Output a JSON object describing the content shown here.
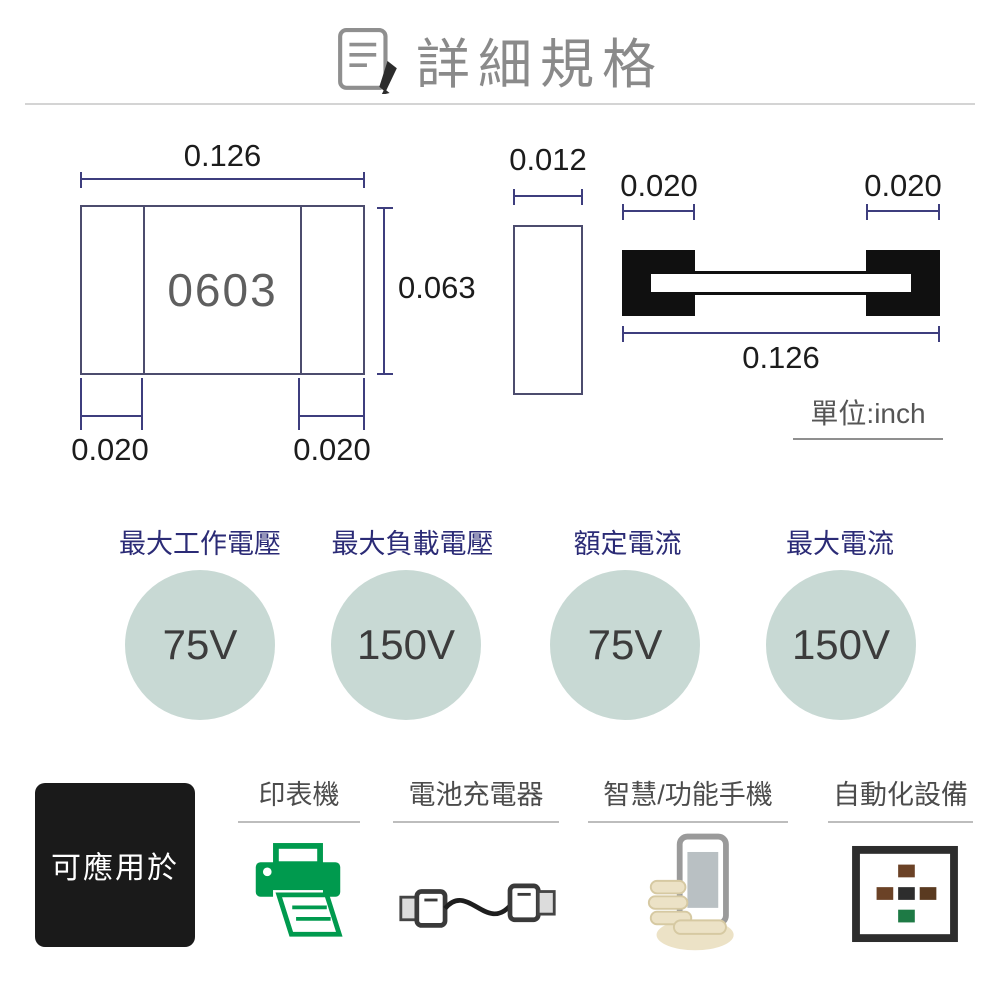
{
  "header": {
    "title": "詳細規格",
    "icon": "document-pen-icon"
  },
  "drawings": {
    "unit_label": "單位:inch",
    "front_view": {
      "body_label": "0603",
      "width": "0.126",
      "height": "0.063",
      "pad_left": "0.020",
      "pad_right": "0.020"
    },
    "side_view": {
      "thickness": "0.012"
    },
    "bottom_view": {
      "pad_left": "0.020",
      "pad_right": "0.020",
      "width": "0.126"
    }
  },
  "specs": [
    {
      "label": "最大工作電壓",
      "value": "75V"
    },
    {
      "label": "最大負載電壓",
      "value": "150V"
    },
    {
      "label": "額定電流",
      "value": "75V"
    },
    {
      "label": "最大電流",
      "value": "150V"
    }
  ],
  "applications": {
    "box_label": "可應用於",
    "items": [
      {
        "label": "印表機",
        "icon": "printer-icon"
      },
      {
        "label": "電池充電器",
        "icon": "charger-cable-icon"
      },
      {
        "label": "智慧/功能手機",
        "icon": "smartphone-hand-icon"
      },
      {
        "label": "自動化設備",
        "icon": "automation-pcb-icon"
      }
    ]
  },
  "colors": {
    "dimension_navy": "#3e3e7e",
    "spec_label_navy": "#2b2b76",
    "circle_fill": "#c8d9d4",
    "printer_green": "#009a4e",
    "title_gray": "#8a8a8a"
  }
}
